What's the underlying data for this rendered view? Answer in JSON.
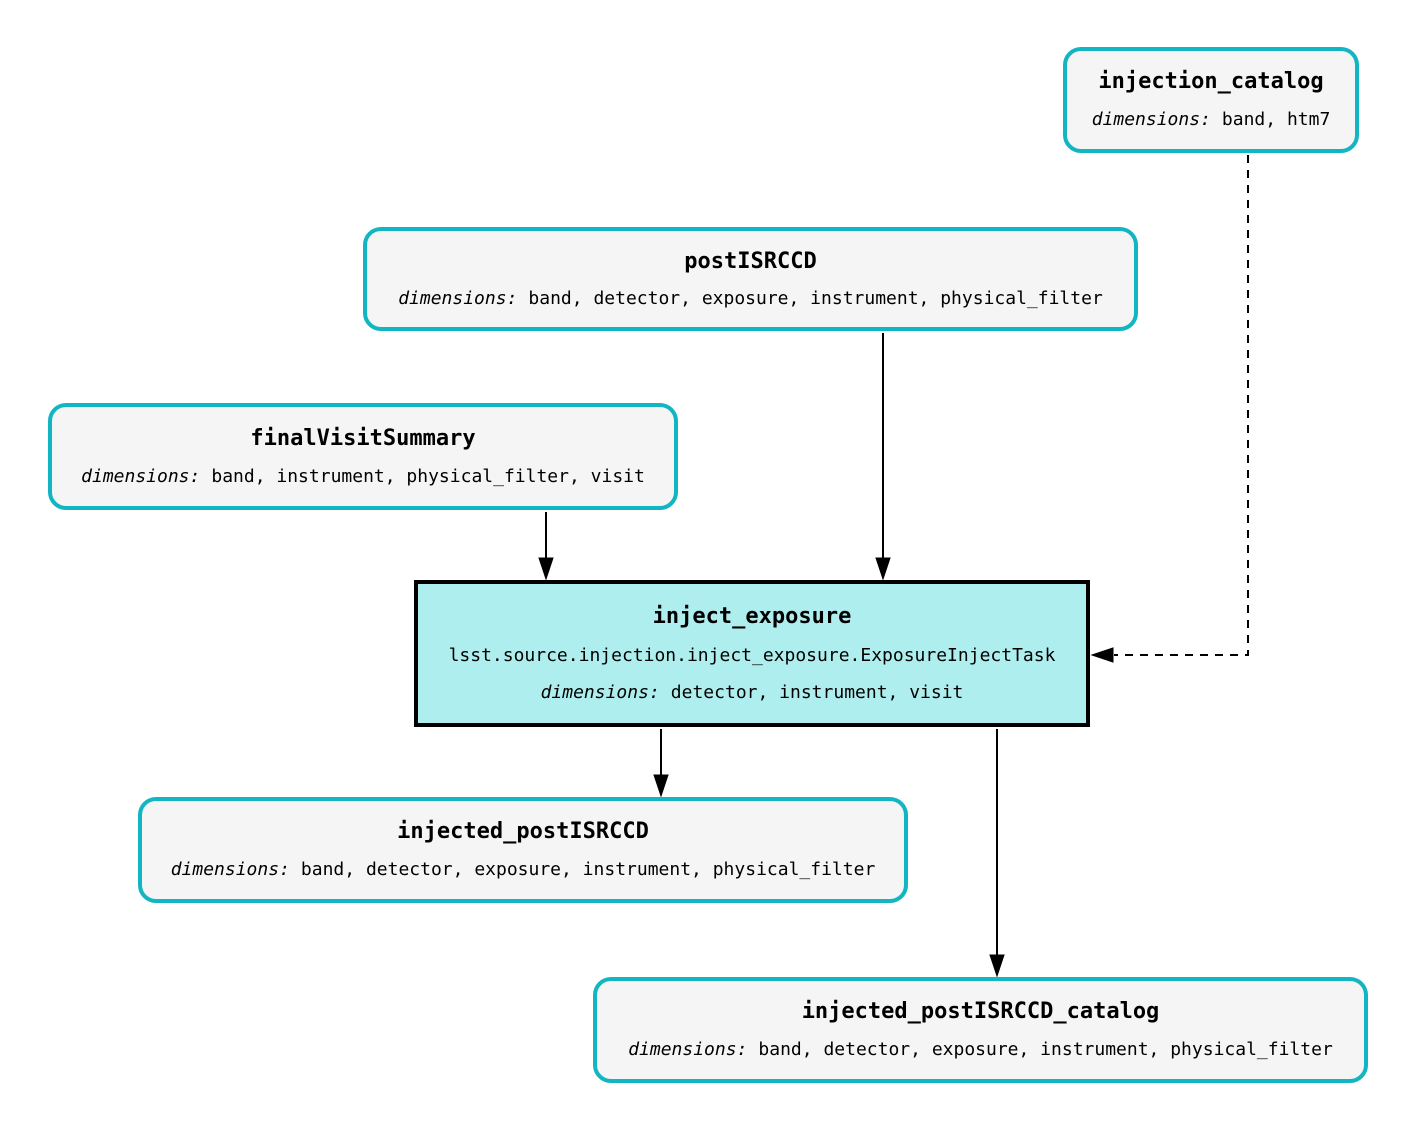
{
  "diagram": {
    "type": "pipeline-task-graph",
    "colors": {
      "dataset_border": "#12b5c2",
      "dataset_fill": "#f5f5f5",
      "task_fill": "#afeeee",
      "task_border": "#000000",
      "edge": "#000000",
      "background": "#ffffff"
    },
    "nodes": {
      "injection_catalog": {
        "title": "injection_catalog",
        "dimensions_label": "dimensions:",
        "dimensions": "band, htm7"
      },
      "postISRCCD": {
        "title": "postISRCCD",
        "dimensions_label": "dimensions:",
        "dimensions": "band, detector, exposure, instrument, physical_filter"
      },
      "finalVisitSummary": {
        "title": "finalVisitSummary",
        "dimensions_label": "dimensions:",
        "dimensions": "band, instrument, physical_filter, visit"
      },
      "inject_exposure": {
        "title": "inject_exposure",
        "task_class": "lsst.source.injection.inject_exposure.ExposureInjectTask",
        "dimensions_label": "dimensions:",
        "dimensions": "detector, instrument, visit"
      },
      "injected_postISRCCD": {
        "title": "injected_postISRCCD",
        "dimensions_label": "dimensions:",
        "dimensions": "band, detector, exposure, instrument, physical_filter"
      },
      "injected_postISRCCD_catalog": {
        "title": "injected_postISRCCD_catalog",
        "dimensions_label": "dimensions:",
        "dimensions": "band, detector, exposure, instrument, physical_filter"
      }
    },
    "edges": [
      {
        "from": "postISRCCD",
        "to": "inject_exposure",
        "style": "solid"
      },
      {
        "from": "finalVisitSummary",
        "to": "inject_exposure",
        "style": "solid"
      },
      {
        "from": "injection_catalog",
        "to": "inject_exposure",
        "style": "dashed"
      },
      {
        "from": "inject_exposure",
        "to": "injected_postISRCCD",
        "style": "solid"
      },
      {
        "from": "inject_exposure",
        "to": "injected_postISRCCD_catalog",
        "style": "solid"
      }
    ]
  }
}
